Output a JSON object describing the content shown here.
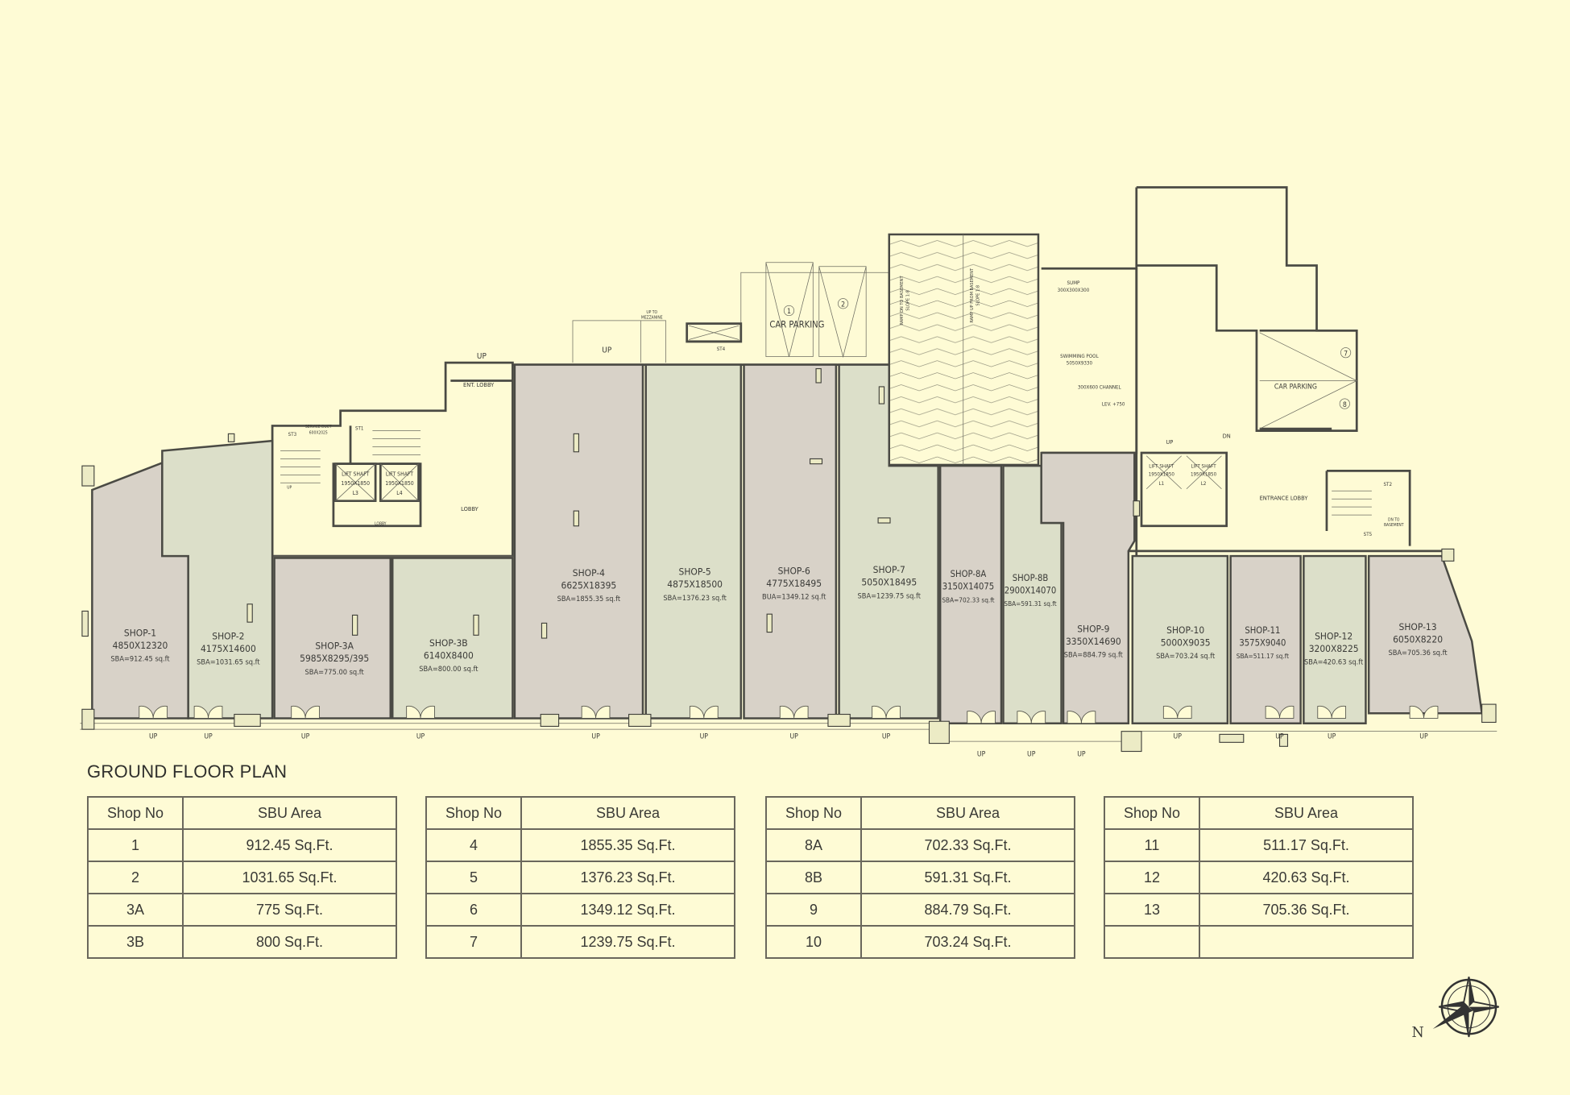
{
  "plan_title": "GROUND FLOOR PLAN",
  "colors": {
    "background": "#fefbd5",
    "shop_tone_a": "#d8d2c8",
    "shop_tone_b": "#dcdfc9",
    "wall": "#4a4a44"
  },
  "shops": [
    {
      "name": "SHOP-1",
      "dims": "4850X12320",
      "area": "SBA=912.45  sq.ft"
    },
    {
      "name": "SHOP-2",
      "dims": "4175X14600",
      "area": "SBA=1031.65  sq.ft"
    },
    {
      "name": "SHOP-3A",
      "dims": "5985X8295/395",
      "area": "SBA=775.00  sq.ft"
    },
    {
      "name": "SHOP-3B",
      "dims": "6140X8400",
      "area": "SBA=800.00  sq.ft"
    },
    {
      "name": "SHOP-4",
      "dims": "6625X18395",
      "area": "SBA=1855.35  sq.ft"
    },
    {
      "name": "SHOP-5",
      "dims": "4875X18500",
      "area": "SBA=1376.23  sq.ft"
    },
    {
      "name": "SHOP-6",
      "dims": "4775X18495",
      "area": "BUA=1349.12  sq.ft"
    },
    {
      "name": "SHOP-7",
      "dims": "5050X18495",
      "area": "SBA=1239.75  sq.ft"
    },
    {
      "name": "SHOP-8A",
      "dims": "3150X14075",
      "area": "SBA=702.33  sq.ft"
    },
    {
      "name": "SHOP-8B",
      "dims": "2900X14070",
      "area": "SBA=591.31  sq.ft"
    },
    {
      "name": "SHOP-9",
      "dims": "3350X14690",
      "area": "SBA=884.79  sq.ft"
    },
    {
      "name": "SHOP-10",
      "dims": "5000X9035",
      "area": "SBA=703.24  sq.ft"
    },
    {
      "name": "SHOP-11",
      "dims": "3575X9040",
      "area": "SBA=511.17  sq.ft"
    },
    {
      "name": "SHOP-12",
      "dims": "3200X8225",
      "area": "SBA=420.63  sq.ft"
    },
    {
      "name": "SHOP-13",
      "dims": "6050X8220",
      "area": "SBA=705.36  sq.ft"
    }
  ],
  "labels": {
    "up": "UP",
    "dn": "DN",
    "ent_lobby": "ENT. LOBBY",
    "lobby": "LOBBY",
    "lobby_small": "LOBBY",
    "service_duct": "SERVICE DUCT",
    "service_duct_size": "600X2025",
    "st1": "ST1",
    "st2": "ST2",
    "st3": "ST3",
    "st4": "ST4",
    "st5": "ST5",
    "lift_shaft": "LIFT SHAFT",
    "lift_size": "1950X1850",
    "l1": "L1",
    "l2": "L2",
    "l3": "L3",
    "l4": "L4",
    "up_to": "UP TO",
    "mezzanine": "MEZZANINE",
    "car_parking": "CAR PARKING",
    "p1": "1",
    "p2": "2",
    "p7": "7",
    "p8": "8",
    "ramp_dn": "RAMP DN TO BASEMENT",
    "ramp_up": "RAMP UP FROM BASEMENT",
    "slope": "SLOPE 1:8",
    "sump": "SUMP",
    "sump_size": "300X300X300",
    "pool": "SWIMMING POOL",
    "pool_size": "5050X9330",
    "channel": "300X600 CHANNEL",
    "lev": "LEV. +750",
    "entrance_lobby": "ENTRANCE LOBBY",
    "dn_to": "DN TO",
    "basement": "BASEMENT",
    "north": "N"
  },
  "tables": [
    {
      "header": [
        "Shop No",
        "SBU Area"
      ],
      "rows": [
        [
          "1",
          "912.45 Sq.Ft."
        ],
        [
          "2",
          "1031.65 Sq.Ft."
        ],
        [
          "3A",
          "775 Sq.Ft."
        ],
        [
          "3B",
          "800 Sq.Ft."
        ]
      ]
    },
    {
      "header": [
        "Shop No",
        "SBU Area"
      ],
      "rows": [
        [
          "4",
          "1855.35 Sq.Ft."
        ],
        [
          "5",
          "1376.23 Sq.Ft."
        ],
        [
          "6",
          "1349.12 Sq.Ft."
        ],
        [
          "7",
          "1239.75 Sq.Ft."
        ]
      ]
    },
    {
      "header": [
        "Shop No",
        "SBU Area"
      ],
      "rows": [
        [
          "8A",
          "702.33 Sq.Ft."
        ],
        [
          "8B",
          "591.31 Sq.Ft."
        ],
        [
          "9",
          "884.79 Sq.Ft."
        ],
        [
          "10",
          "703.24 Sq.Ft."
        ]
      ]
    },
    {
      "header": [
        "Shop No",
        "SBU Area"
      ],
      "rows": [
        [
          "11",
          "511.17 Sq.Ft."
        ],
        [
          "12",
          "420.63 Sq.Ft."
        ],
        [
          "13",
          "705.36 Sq.Ft."
        ],
        [
          "",
          ""
        ]
      ]
    }
  ]
}
